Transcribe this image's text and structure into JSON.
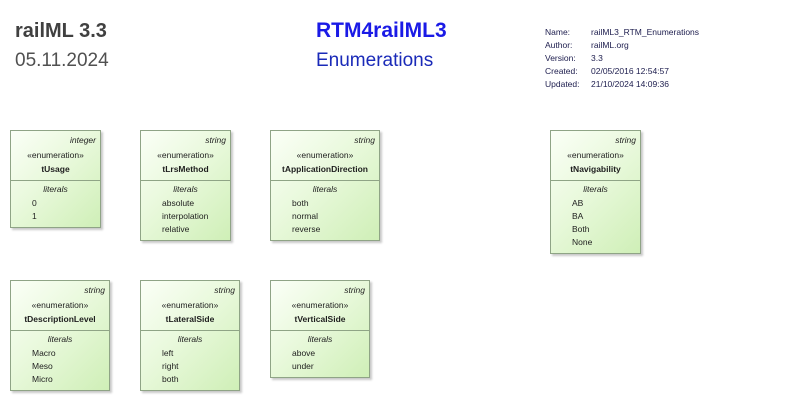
{
  "header": {
    "title": "railML 3.3",
    "date": "05.11.2024",
    "diagram_title": "RTM4railML3",
    "diagram_subtitle": "Enumerations"
  },
  "meta": [
    {
      "key": "Name:",
      "value": "railML3_RTM_Enumerations"
    },
    {
      "key": "Author:",
      "value": "railML.org"
    },
    {
      "key": "Version:",
      "value": "3.3"
    },
    {
      "key": "Created:",
      "value": "02/05/2016 12:54:57"
    },
    {
      "key": "Updated:",
      "value": "21/10/2024 14:09:36"
    }
  ],
  "colors": {
    "box_fill": "#e9f9dc",
    "box_border": "#8fa486",
    "title_blue": "#1a1ae6"
  },
  "enumerations": [
    {
      "type": "integer",
      "stereotype": "«enumeration»",
      "name": "tUsage",
      "literals_header": "literals",
      "literals": [
        "0",
        "1"
      ]
    },
    {
      "type": "string",
      "stereotype": "«enumeration»",
      "name": "tLrsMethod",
      "literals_header": "literals",
      "literals": [
        "absolute",
        "interpolation",
        "relative"
      ]
    },
    {
      "type": "string",
      "stereotype": "«enumeration»",
      "name": "tApplicationDirection",
      "literals_header": "literals",
      "literals": [
        "both",
        "normal",
        "reverse"
      ]
    },
    {
      "type": "string",
      "stereotype": "«enumeration»",
      "name": "tNavigability",
      "literals_header": "literals",
      "literals": [
        "AB",
        "BA",
        "Both",
        "None"
      ]
    },
    {
      "type": "string",
      "stereotype": "«enumeration»",
      "name": "tDescriptionLevel",
      "literals_header": "literals",
      "literals": [
        "Macro",
        "Meso",
        "Micro"
      ]
    },
    {
      "type": "string",
      "stereotype": "«enumeration»",
      "name": "tLateralSide",
      "literals_header": "literals",
      "literals": [
        "left",
        "right",
        "both"
      ]
    },
    {
      "type": "string",
      "stereotype": "«enumeration»",
      "name": "tVerticalSide",
      "literals_header": "literals",
      "literals": [
        "above",
        "under"
      ]
    }
  ]
}
